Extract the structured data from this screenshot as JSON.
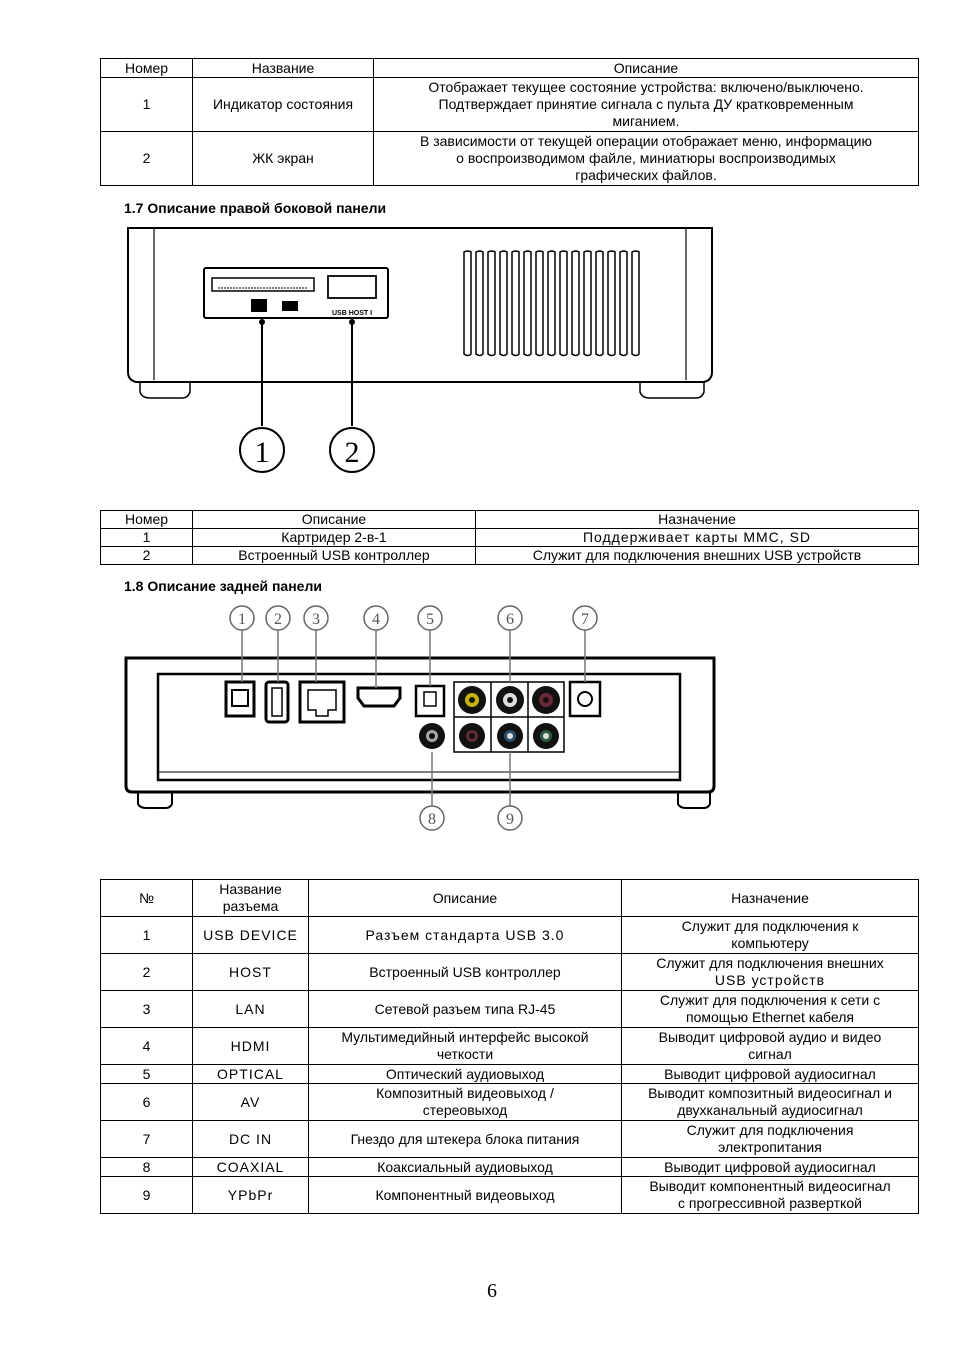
{
  "table1": {
    "headers": [
      "Номер",
      "Название",
      "Описание"
    ],
    "rows": [
      {
        "num": "1",
        "name": "Индикатор состояния",
        "desc": [
          "Отображает текущее состояние устройства: включено/выключено.",
          "Подтверждает принятие сигнала с пульта ДУ кратковременным",
          "миганием."
        ]
      },
      {
        "num": "2",
        "name": "ЖК экран",
        "desc": [
          "В зависимости от текущей операции отображает меню, информацию",
          "о воспроизводимом файле, миниатюры воспроизводимых",
          "графических файлов."
        ]
      }
    ]
  },
  "section17": {
    "heading": "1.7 Описание правой боковой панели",
    "figure": {
      "port_label": "USB HOST I",
      "callouts": [
        "1",
        "2"
      ]
    }
  },
  "table2": {
    "headers": [
      "Номер",
      "Описание",
      "Назначение"
    ],
    "rows": [
      {
        "num": "1",
        "desc": "Картридер 2-в-1",
        "purpose": "Поддерживает карты MMC, SD"
      },
      {
        "num": "2",
        "desc": "Встроенный USB контроллер",
        "purpose": "Служит для подключения внешних USB устройств"
      }
    ]
  },
  "section18": {
    "heading": "1.8 Описание задней панели",
    "figure": {
      "callouts": [
        "1",
        "2",
        "3",
        "4",
        "5",
        "6",
        "7",
        "8",
        "9"
      ]
    }
  },
  "table3": {
    "headers": {
      "num": "№",
      "name": [
        "Название",
        "разъема"
      ],
      "desc": "Описание",
      "purpose": "Назначение"
    },
    "rows": [
      {
        "num": "1",
        "name": "USB DEVICE",
        "desc": [
          "Разъем стандарта USB 3.0"
        ],
        "purpose": [
          "Служит для подключения к",
          "компьютеру"
        ]
      },
      {
        "num": "2",
        "name": "HOST",
        "desc": [
          "Встроенный USB контроллер"
        ],
        "purpose": [
          "Служит для подключения внешних",
          "USB устройств"
        ]
      },
      {
        "num": "3",
        "name": "LAN",
        "desc": [
          "Сетевой разъем типа RJ-45"
        ],
        "purpose": [
          "Служит для подключения к сети с",
          "помощью Ethernet кабеля"
        ]
      },
      {
        "num": "4",
        "name": "HDMI",
        "desc": [
          "Мультимедийный интерфейс высокой",
          "четкости"
        ],
        "purpose": [
          "Выводит цифровой аудио и видео",
          "сигнал"
        ]
      },
      {
        "num": "5",
        "name": "OPTICAL",
        "desc": [
          "Оптический аудиовыход"
        ],
        "purpose": [
          "Выводит цифровой аудиосигнал"
        ]
      },
      {
        "num": "6",
        "name": "AV",
        "desc": [
          "Композитный видеовыход /",
          "стереовыход"
        ],
        "purpose": [
          "Выводит композитный видеосигнал и",
          "двухканальный аудиосигнал"
        ]
      },
      {
        "num": "7",
        "name": "DC IN",
        "desc": [
          "Гнездо для штекера блока питания"
        ],
        "purpose": [
          "Служит для подключения",
          "электропитания"
        ]
      },
      {
        "num": "8",
        "name": "COAXIAL",
        "desc": [
          "Коаксиальный аудиовыход"
        ],
        "purpose": [
          "Выводит цифровой аудиосигнал"
        ]
      },
      {
        "num": "9",
        "name": "YPbPr",
        "desc": [
          "Компонентный видеовыход"
        ],
        "purpose": [
          "Выводит компонентный видеосигнал",
          "с прогрессивной разверткой"
        ]
      }
    ]
  },
  "page_number": "6"
}
